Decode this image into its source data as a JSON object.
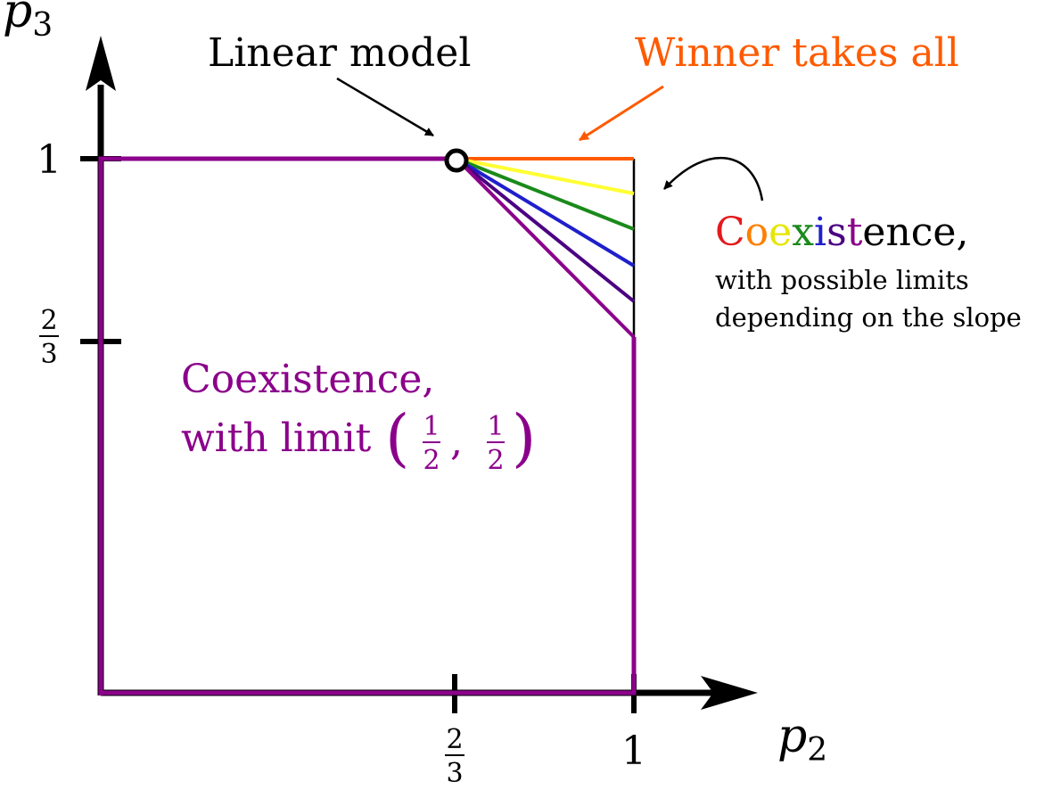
{
  "axes": {
    "x_label_base": "p",
    "x_label_sub": "2",
    "y_label_base": "p",
    "y_label_sub": "3",
    "x_ticks": [
      {
        "kind": "fraction",
        "num": "2",
        "den": "3"
      },
      {
        "kind": "text",
        "text": "1"
      }
    ],
    "y_ticks": [
      {
        "kind": "text",
        "text": "1"
      },
      {
        "kind": "fraction",
        "num": "2",
        "den": "3"
      }
    ]
  },
  "annotations": {
    "linear_model": "Linear model",
    "winner_takes_all": "Winner takes all",
    "coexistence_word": [
      {
        "ch": "C",
        "color": "#e31a1c"
      },
      {
        "ch": "o",
        "color": "#ff7f00"
      },
      {
        "ch": "e",
        "color": "#e6e600"
      },
      {
        "ch": "x",
        "color": "#1a8a1a"
      },
      {
        "ch": "i",
        "color": "#1f1fcc"
      },
      {
        "ch": "s",
        "color": "#4b0082"
      },
      {
        "ch": "t",
        "color": "#8b008b"
      },
      {
        "ch": "ence,",
        "color": "#000000"
      }
    ],
    "coexistence_line2": "with possible limits",
    "coexistence_line3": "depending on the slope",
    "region_line1": "Coexistence,",
    "region_line2_prefix": "with limit",
    "region_limit_num": "1",
    "region_limit_den": "2"
  },
  "colors": {
    "boundary": "#8b008b",
    "winner": "#ff5a00",
    "fan": [
      "#ffff33",
      "#1a8a1a",
      "#1f1fcc",
      "#4b0082"
    ],
    "axis": "#000000"
  }
}
